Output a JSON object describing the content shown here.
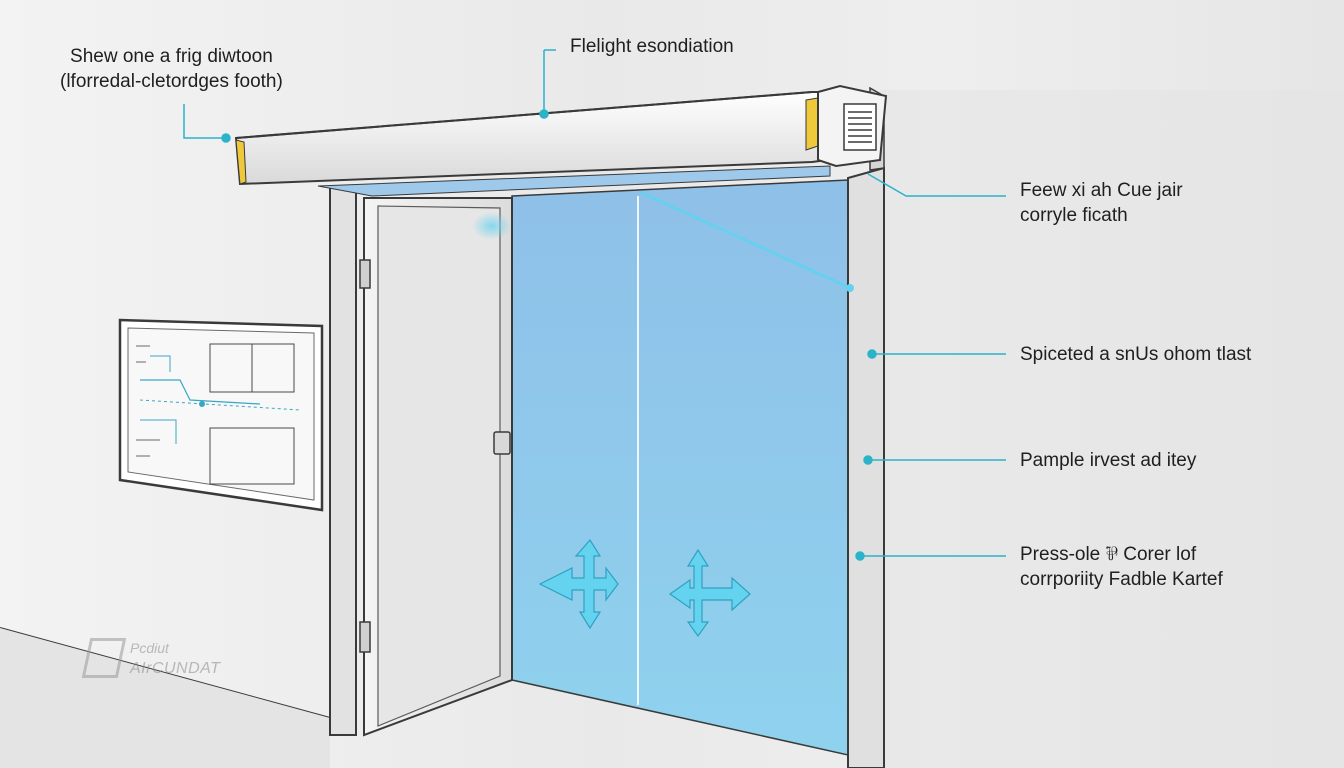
{
  "callouts": {
    "top_left": {
      "line1": "Shew one a frig diwtoon",
      "line2": "(lforredal-cletordges footh)"
    },
    "top_center": {
      "line1": "Flelight esondiation"
    },
    "right_1": {
      "line1": "Feew xi ah Cue jair",
      "line2": "corryle ficath"
    },
    "right_2": {
      "line1": "Spiceted a snUs ohom tlast"
    },
    "right_3": {
      "line1": "Pample irvest ad itey"
    },
    "right_4": {
      "line1": "Press-ole ⅌ Corer lof",
      "line2": "corrporiity Fadble Kartef"
    }
  },
  "watermark": {
    "line1": "Pcdiut",
    "line2": "AIrCUNDAT"
  },
  "colors": {
    "accent": "#2bb3c9",
    "air_curtain": "#7fc4ea",
    "wall": "#ececec",
    "outline": "#3a3a3a"
  },
  "icons": [
    "airflow-arrow-icon",
    "airflow-arrow-icon",
    "vent-grille-icon"
  ]
}
